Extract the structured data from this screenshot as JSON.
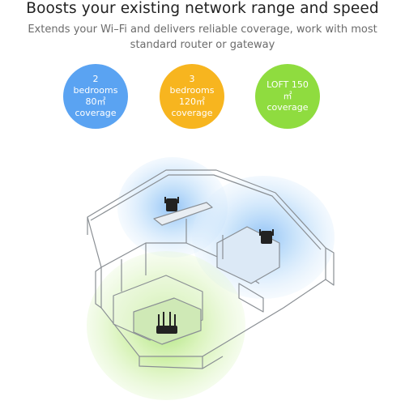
{
  "header": {
    "title": "Boosts your existing network range and speed",
    "subtitle_line1": "Extends your Wi–Fi and delivers reliable coverage, work with most",
    "subtitle_line2": "standard router or gateway"
  },
  "badges": [
    {
      "line1": "2",
      "line2": "bedrooms",
      "line3": "80㎡",
      "line4": "coverage",
      "color": "#5aa3f2"
    },
    {
      "line1": "3",
      "line2": "bedrooms",
      "line3": "120㎡",
      "line4": "coverage",
      "color": "#f7b51f"
    },
    {
      "line1": "LOFT  150",
      "line2": "㎡",
      "line3": "coverage",
      "color": "#8fdc3f"
    }
  ],
  "illustration": {
    "devices": [
      "extender-icon",
      "extender-icon",
      "router-icon"
    ],
    "coverage_colors": {
      "extender": "#6fb4f2",
      "router": "#9be05a"
    }
  }
}
